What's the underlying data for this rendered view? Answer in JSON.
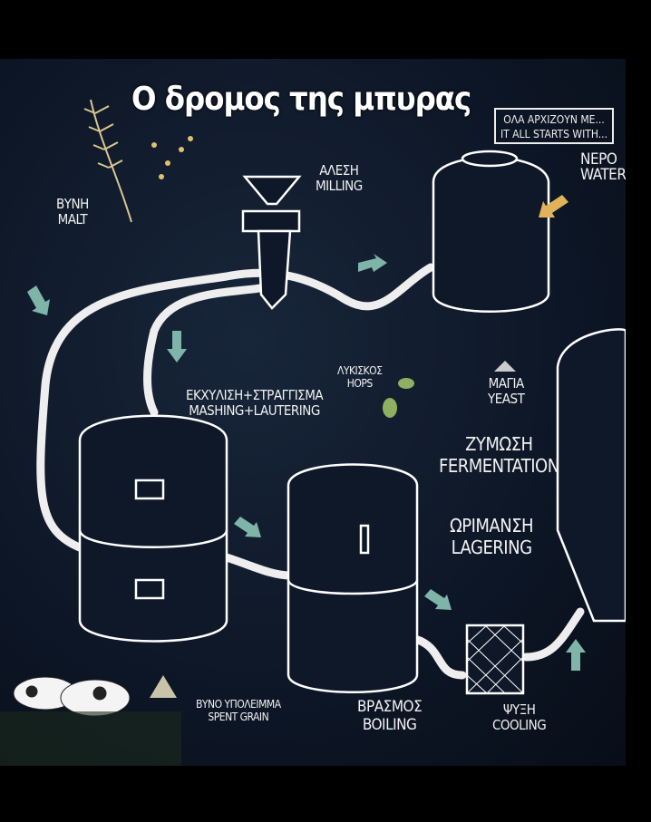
{
  "title": "Ο δρομος της μπυρας",
  "intro": {
    "line1": "ΟΛΑ ΑΡΧΙΖΟΥΝ ΜΕ...",
    "line2": "IT ALL STARTS WITH..."
  },
  "steps": {
    "water": {
      "gr": "ΝΕΡΟ",
      "en": "WATER"
    },
    "malt": {
      "gr": "ΒΥΝΗ",
      "en": "MALT"
    },
    "milling": {
      "gr": "ΑΛΕΣΗ",
      "en": "MILLING"
    },
    "mashing": {
      "gr": "ΕΚΧΥΛΙΣΗ+ΣΤΡΑΓΓΙΣΜΑ",
      "en": "MASHING+LAUTERING"
    },
    "hops": {
      "gr": "ΛΥΚΙΣΚΟΣ",
      "en": "HOPS"
    },
    "yeast": {
      "gr": "ΜΑΓΙΑ",
      "en": "YEAST"
    },
    "fermentation": {
      "gr": "ΖΥΜΩΣΗ",
      "en": "FERMENTATION"
    },
    "lagering": {
      "gr": "ΩΡΙΜΑΝΣΗ",
      "en": "LAGERING"
    },
    "spent_grain": {
      "gr": "ΒΥΝΟ ΥΠΟΛΕΙΜΜΑ",
      "en": "SPENT GRAIN"
    },
    "boiling": {
      "gr": "ΒΡΑΣΜΟΣ",
      "en": "BOILING"
    },
    "cooling": {
      "gr": "ΨΥΞΗ",
      "en": "COOLING"
    }
  },
  "colors": {
    "arrow": "#7fb5a8",
    "accent": "#e0b35a",
    "chalk": "#f2f2f2"
  }
}
